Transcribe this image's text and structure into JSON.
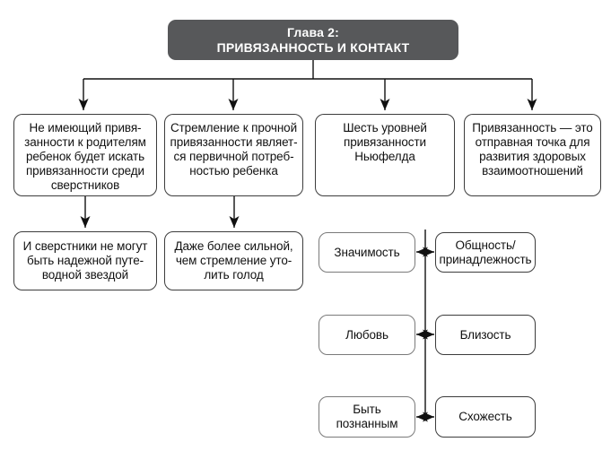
{
  "header": {
    "line1": "Глава 2:",
    "line2": "ПРИВЯЗАННОСТЬ И КОНТАКТ"
  },
  "colors": {
    "header_bg": "#57585a",
    "header_text": "#ffffff",
    "box_border_dark": "#3c3c3c",
    "box_border_light": "#7a7a7a",
    "line": "#111111",
    "text": "#111111",
    "background": "#ffffff"
  },
  "top_row": [
    {
      "text": "Не имеющий привя-\nзанности к родителям\nребенок будет искать\nпривязанности среди\nсверстников"
    },
    {
      "text": "Стремление к прочной\nпривязанности являет-\nся первичной потреб-\nностью ребенка"
    },
    {
      "text": "Шесть уровней\nпривязанности\nНьюфелда"
    },
    {
      "text": "Привязанность — это\nотправная точка для\nразвития здоровых\nвзаимоотношений"
    }
  ],
  "second_row": [
    {
      "text": "И сверстники не могут\nбыть надежной путе-\nводной звездой"
    },
    {
      "text": "Даже более сильной,\nчем стремление уто-\nлить голод"
    }
  ],
  "attachment_levels": [
    {
      "left": "Значимость",
      "right": "Общность/\nпринадлежность"
    },
    {
      "left": "Любовь",
      "right": "Близость"
    },
    {
      "left": "Быть\nпознанным",
      "right": "Схожесть"
    }
  ]
}
